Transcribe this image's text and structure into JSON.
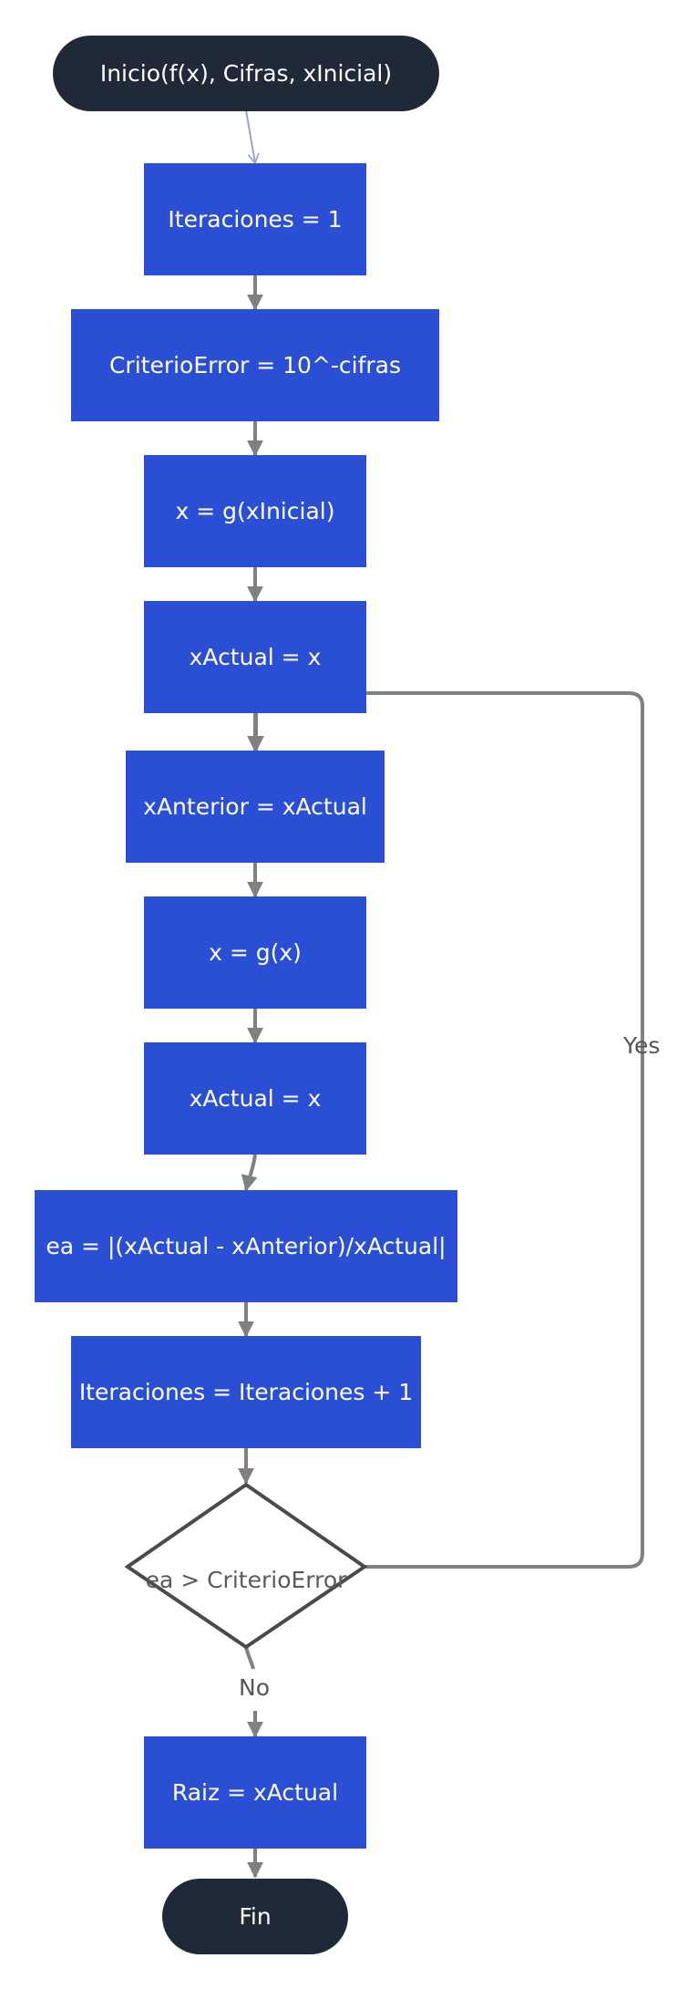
{
  "nodes": {
    "start": "Inicio(f(x), Cifras, xInicial)",
    "iter_init": "Iteraciones = 1",
    "criterio": "CriterioError = 10^-cifras",
    "x_init": "x = g(xInicial)",
    "xactual_1": "xActual = x",
    "xanterior": "xAnterior = xActual",
    "x_g": "x = g(x)",
    "xactual_2": "xActual = x",
    "ea": "ea = |(xActual - xAnterior)/xActual|",
    "iter_inc": "Iteraciones = Iteraciones + 1",
    "decision": "ea > CriterioError",
    "raiz": "Raiz = xActual",
    "end": "Fin"
  },
  "edge_labels": {
    "yes": "Yes",
    "no": "No"
  },
  "colors": {
    "process": "#2a4fd5",
    "terminal": "#1f2937",
    "edge": "#808080",
    "first_edge": "#9aa5c3"
  }
}
